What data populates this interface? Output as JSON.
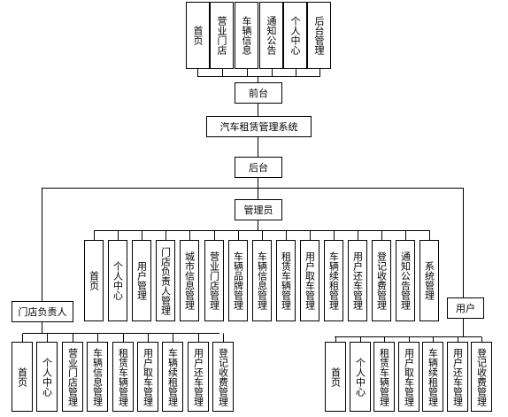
{
  "frontend_modules": [
    "首页",
    "营业门店",
    "车辆信息",
    "通知公告",
    "个人中心",
    "后台管理"
  ],
  "frontend_label": "前台",
  "system_title": "汽车租赁管理系统",
  "backend_label": "后台",
  "admin_label": "管理员",
  "admin_modules": [
    "首页",
    "个人中心",
    "用户管理",
    "门店负责人管理",
    "城市信息管理",
    "营业门店管理",
    "车辆品牌管理",
    "车辆信息管理",
    "租赁车辆管理",
    "用户取车管理",
    "车辆续租管理",
    "用户还车管理",
    "登记收费管理",
    "通知公告管理",
    "系统管理"
  ],
  "store_manager_label": "门店负责人",
  "store_manager_modules": [
    "首页",
    "个人中心",
    "营业门店管理",
    "车辆信息管理",
    "租赁车辆管理",
    "用户取车管理",
    "车辆续租管理",
    "用户还车管理",
    "登记收费管理"
  ],
  "user_label": "用户",
  "user_modules": [
    "首页",
    "个人中心",
    "租赁车辆管理",
    "用户取车管理",
    "车辆续租管理",
    "用户还车管理",
    "登记收费管理"
  ]
}
